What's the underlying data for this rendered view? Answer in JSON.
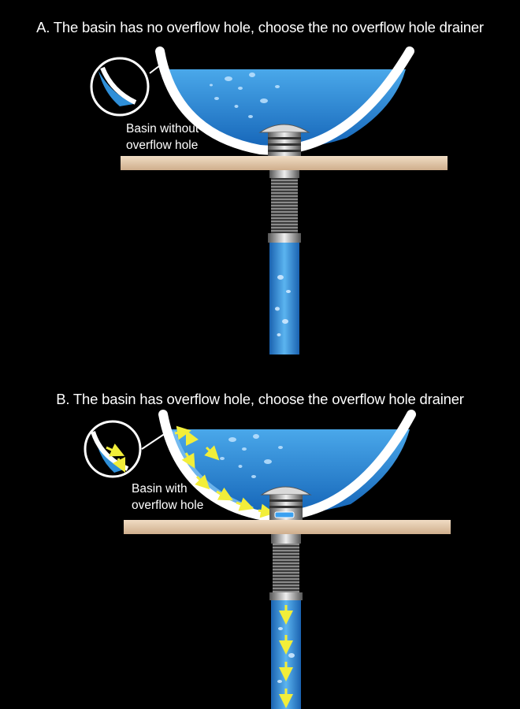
{
  "panel_a": {
    "heading": "A. The basin has no overflow hole, choose the no overflow hole drainer",
    "caption_line1": "Basin without",
    "caption_line2": "overflow hole"
  },
  "panel_b": {
    "heading": "B. The basin has overflow hole, choose the overflow hole drainer",
    "caption_line1": "Basin with",
    "caption_line2": "overflow hole"
  },
  "colors": {
    "background": "#000000",
    "water": "#2f8fd8",
    "basin": "#ffffff",
    "countertop": "#e3c7a8",
    "flow_arrow": "#f2ee3a"
  }
}
